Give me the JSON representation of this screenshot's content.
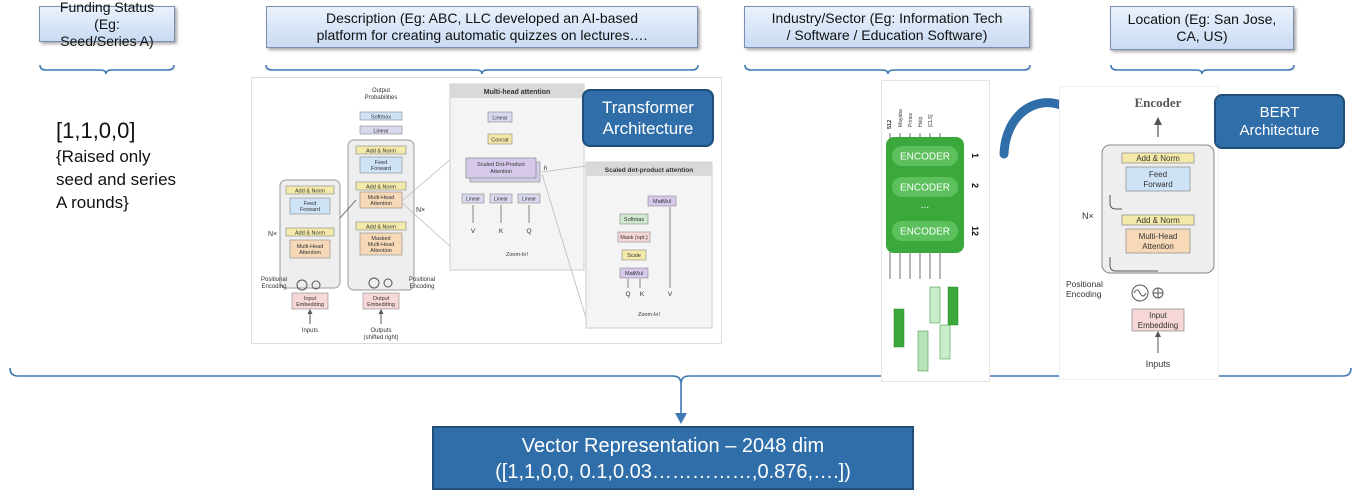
{
  "headers": {
    "funding": [
      "Funding Status (Eg:",
      "Seed/Series A)"
    ],
    "description": [
      "Description (Eg: ABC, LLC developed an AI-based",
      "platform for creating automatic quizzes on lectures…."
    ],
    "industry": [
      "Industry/Sector (Eg: Information Tech",
      "/ Software / Education Software)"
    ],
    "location": [
      "Location (Eg: San Jose,",
      "CA, US)"
    ]
  },
  "funding_example": {
    "vector": "[1,1,0,0]",
    "note": [
      "{Raised only",
      "seed and series",
      "A rounds}"
    ]
  },
  "transformer_callout": [
    "Transformer",
    "Architecture"
  ],
  "bert_callout": [
    "BERT",
    "Architecture"
  ],
  "transformer_figure": {
    "output_probabilities": [
      "Output",
      "Probabilities"
    ],
    "softmax": "Softmax",
    "linear": "Linear",
    "add_norm": "Add & Norm",
    "feed_forward": [
      "Feed",
      "Forward"
    ],
    "multi_head_attention": [
      "Multi-Head",
      "Attention"
    ],
    "masked_multi_head_attention": [
      "Masked",
      "Multi-Head",
      "Attention"
    ],
    "nx": "N×",
    "positional_encoding": [
      "Positional",
      "Encoding"
    ],
    "input_embedding": [
      "Input",
      "Embedding"
    ],
    "output_embedding": [
      "Output",
      "Embedding"
    ],
    "inputs": "Inputs",
    "outputs": [
      "Outputs",
      "(shifted right)"
    ],
    "mha_panel_title": "Multi-head attention",
    "concat": "Concat",
    "scaled_dot_product_attention": [
      "Scaled Dot-Product",
      "Attention"
    ],
    "h": "h",
    "v": "V",
    "k": "K",
    "q": "Q",
    "zoom_in": "Zoom-In!",
    "sdpa_panel_title": "Scaled dot-product attention",
    "matmul": "MatMul",
    "mask_opt": "Mask (opt.)",
    "scale": "Scale"
  },
  "bert_stack": {
    "encoders": [
      "ENCODER",
      "ENCODER",
      "ENCODER"
    ],
    "ellipsis": "...",
    "layer_numbers": [
      "1",
      "2",
      "12"
    ],
    "dim": "512",
    "tokens": [
      "Mayaba",
      "Prince",
      "Help",
      "[CLS]"
    ]
  },
  "encoder_figure": {
    "title": "Encoder",
    "add_norm": "Add & Norm",
    "feed_forward": [
      "Feed",
      "Forward"
    ],
    "multi_head_attention": [
      "Multi-Head",
      "Attention"
    ],
    "nx": "N×",
    "positional_encoding": [
      "Positional",
      "Encoding"
    ],
    "input_embedding": [
      "Input",
      "Embedding"
    ],
    "inputs": "Inputs"
  },
  "vector_box": {
    "line1": "Vector Representation – 2048 dim",
    "line2": "([1,1,0,0, 0.1,0.03……………,0.876,….])"
  },
  "colors": {
    "callout_fill": "#2f6ea8",
    "bracket": "#3f78b5",
    "encoder_green": "#3aa83a",
    "header_fill": "#c9dbf3"
  }
}
